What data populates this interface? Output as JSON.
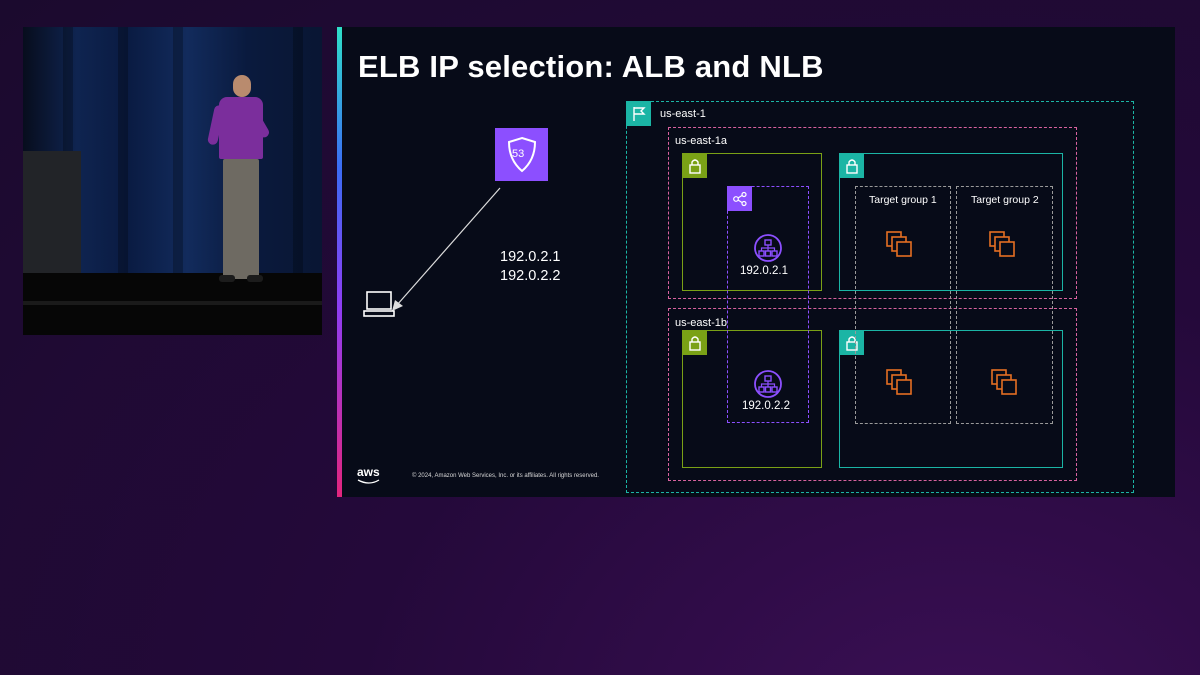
{
  "slide": {
    "title": "ELB IP selection: ALB and NLB",
    "dns_ips": [
      "192.0.2.1",
      "192.0.2.2"
    ],
    "region_label": "us-east-1",
    "az_a_label": "us-east-1a",
    "az_b_label": "us-east-1b",
    "target_group_1": "Target group 1",
    "target_group_2": "Target group 2",
    "lb_ip_a": "192.0.2.1",
    "lb_ip_b": "192.0.2.2",
    "route53_badge": "53",
    "aws_logo_text": "aws",
    "footer": "© 2024, Amazon Web Services, Inc. or its affiliates. All rights reserved."
  },
  "icons": {
    "route53": "route53-icon",
    "client": "laptop-icon",
    "region": "flag-icon",
    "subnet_lock": "lock-icon",
    "nlb": "load-balancer-icon",
    "alb": "network-icon",
    "instances": "instances-icon"
  },
  "colors": {
    "teal": "#1bb5a5",
    "pink": "#d9629f",
    "green": "#7aa116",
    "purple": "#8c4fff",
    "orange": "#e46f23"
  }
}
